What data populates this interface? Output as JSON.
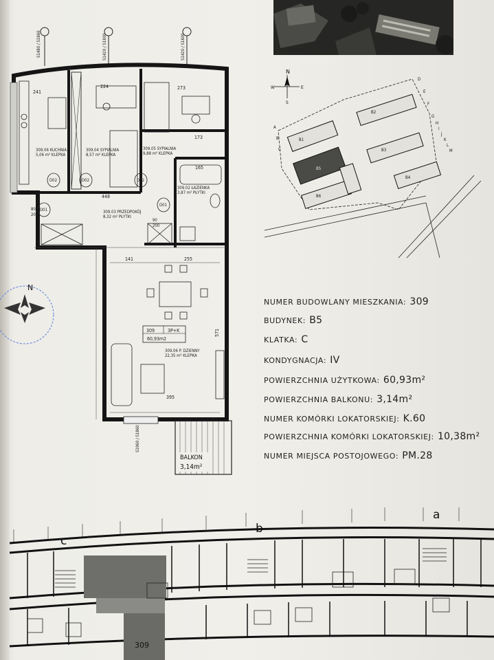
{
  "apartment_info": {
    "rows": [
      {
        "label": "NUMER BUDOWLANY MIESZKANIA:",
        "value": "309"
      },
      {
        "label": "BUDYNEK:",
        "value": "B5"
      },
      {
        "label": "KLATKA:",
        "value": "C"
      },
      {
        "label": "KONDYGNACJA:",
        "value": "IV"
      },
      {
        "label": "POWIERZCHNIA UŻYTKOWA:",
        "value": "60,93m²"
      },
      {
        "label": "POWIERZCHNIA BALKONU:",
        "value": "3,14m²"
      },
      {
        "label": "NUMER KOMÓRKI LOKATORSKIEJ:",
        "value": "K.60"
      },
      {
        "label": "POWIERZCHNIA KOMÓRKI LOKATORSKIEJ:",
        "value": "10,38m²"
      },
      {
        "label": "NUMER MIEJSCA POSTOJOWEGO:",
        "value": "PM.28"
      }
    ]
  },
  "floor_plan": {
    "rooms": [
      {
        "name": "309.06 KUCHNIA",
        "area": "5,06 m² KLEPKA"
      },
      {
        "name": "309.04 SYPIALNIA",
        "area": "8,57 m² KLEPKA"
      },
      {
        "name": "309.05 SYPIALNIA",
        "area": "9,88 m² KLEPKA"
      },
      {
        "name": "309.02 ŁAZIENKA",
        "area": "3,87 m² PŁYTKI"
      },
      {
        "name": "309.03 PRZEDPOKÓJ",
        "area": "8,32 m² PŁYTKI"
      },
      {
        "name": "309.06 P. DZIENNY",
        "area": "22,35 m² KLEPKA"
      }
    ],
    "unit_tag": {
      "number": "309",
      "type": "3P+K",
      "area": "60,93m2"
    },
    "balcony": {
      "label": "BALKON",
      "area": "3,14m²"
    },
    "dims": [
      "241",
      "224",
      "273",
      "173",
      "165",
      "448",
      "141",
      "255",
      "395",
      "571"
    ],
    "doors": [
      "D02",
      "D02",
      "D02",
      "D01",
      "D01"
    ],
    "door_sizes": [
      "80",
      "200",
      "90",
      "200"
    ],
    "windows": [
      "S1480 / S1860",
      "S1420 / S1800",
      "S1420 / S1800",
      "S1960 / S1860"
    ],
    "north": "N"
  },
  "site_plan": {
    "north": "N",
    "compass": [
      "W",
      "E",
      "S"
    ],
    "building_tags": [
      "B1",
      "B2",
      "B3",
      "B4",
      "B5",
      "B6"
    ],
    "side_labels": [
      "A",
      "B",
      "C",
      "D",
      "E",
      "F",
      "G",
      "H",
      "I",
      "J",
      "K",
      "L",
      "M"
    ]
  },
  "elevation_strip": {
    "stair_labels": [
      "c",
      "b",
      "a"
    ],
    "highlight_unit": "309"
  },
  "colors": {
    "ink": "#1e1e1e",
    "paper": "#f0efea",
    "stamp_blue": "#5b7fd6"
  }
}
